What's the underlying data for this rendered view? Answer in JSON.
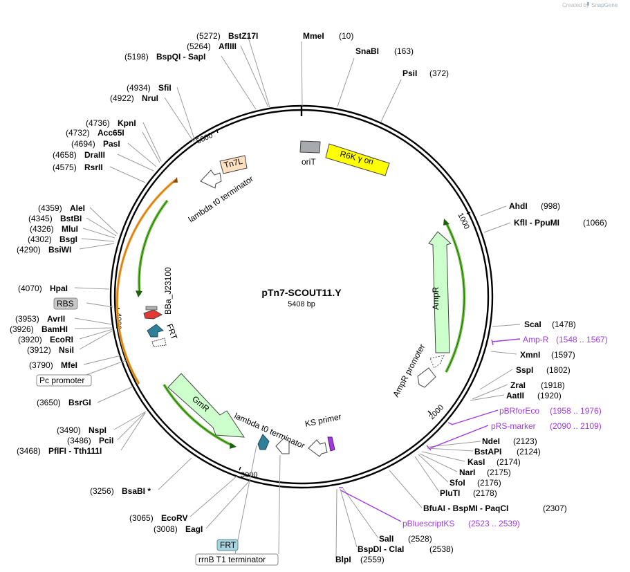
{
  "credit": {
    "created_by": "Created by",
    "brand": "SnapGene"
  },
  "plasmid": {
    "name": "pTn7-SCOUT11.Y",
    "size": "5408 bp"
  },
  "ticks": [
    "1000",
    "2000",
    "3000",
    "4000",
    "5000"
  ],
  "enzymes": [
    {
      "name": "MmeI",
      "pos": "(10)"
    },
    {
      "name": "SnaBI",
      "pos": "(163)"
    },
    {
      "name": "PsiI",
      "pos": "(372)"
    },
    {
      "name": "AhdI",
      "pos": "(998)"
    },
    {
      "name": "KflI - PpuMI",
      "pos": "(1066)"
    },
    {
      "name": "ScaI",
      "pos": "(1478)"
    },
    {
      "name": "XmnI",
      "pos": "(1597)"
    },
    {
      "name": "SspI",
      "pos": "(1802)"
    },
    {
      "name": "ZraI",
      "pos": "(1918)"
    },
    {
      "name": "AatII",
      "pos": "(1920)"
    },
    {
      "name": "NdeI",
      "pos": "(2123)"
    },
    {
      "name": "BstAPI",
      "pos": "(2124)"
    },
    {
      "name": "KasI",
      "pos": "(2174)"
    },
    {
      "name": "NarI",
      "pos": "(2175)"
    },
    {
      "name": "SfoI",
      "pos": "(2176)"
    },
    {
      "name": "PluTI",
      "pos": "(2178)"
    },
    {
      "name": "BfuAI - BspMI - PaqCI",
      "pos": "(2307)"
    },
    {
      "name": "SalI",
      "pos": "(2528)"
    },
    {
      "name": "BspDI - ClaI",
      "pos": "(2538)"
    },
    {
      "name": "BlpI",
      "pos": "(2559)"
    },
    {
      "name": "EagI",
      "pos": "(3008)"
    },
    {
      "name": "EcoRV",
      "pos": "(3065)"
    },
    {
      "name": "BsaBI *",
      "pos": "(3256)"
    },
    {
      "name": "PflFI - Tth111I",
      "pos": "(3468)"
    },
    {
      "name": "PciI",
      "pos": "(3486)"
    },
    {
      "name": "NspI",
      "pos": "(3490)"
    },
    {
      "name": "BsrGI",
      "pos": "(3650)"
    },
    {
      "name": "MfeI",
      "pos": "(3790)"
    },
    {
      "name": "NsiI",
      "pos": "(3912)"
    },
    {
      "name": "EcoRI",
      "pos": "(3920)"
    },
    {
      "name": "BamHI",
      "pos": "(3926)"
    },
    {
      "name": "AvrII",
      "pos": "(3953)"
    },
    {
      "name": "HpaI",
      "pos": "(4070)"
    },
    {
      "name": "BsiWI",
      "pos": "(4290)"
    },
    {
      "name": "BsgI",
      "pos": "(4302)"
    },
    {
      "name": "MluI",
      "pos": "(4326)"
    },
    {
      "name": "BstBI",
      "pos": "(4345)"
    },
    {
      "name": "AleI",
      "pos": "(4359)"
    },
    {
      "name": "RsrII",
      "pos": "(4575)"
    },
    {
      "name": "DraIII",
      "pos": "(4658)"
    },
    {
      "name": "PasI",
      "pos": "(4694)"
    },
    {
      "name": "Acc65I",
      "pos": "(4732)"
    },
    {
      "name": "KpnI",
      "pos": "(4736)"
    },
    {
      "name": "NruI",
      "pos": "(4922)"
    },
    {
      "name": "SfiI",
      "pos": "(4934)"
    },
    {
      "name": "BspQI - SapI",
      "pos": "(5198)"
    },
    {
      "name": "AflIII",
      "pos": "(5264)"
    },
    {
      "name": "BstZ17I",
      "pos": "(5272)"
    }
  ],
  "primers": [
    {
      "name": "Amp-R",
      "range": "(1548 .. 1567)"
    },
    {
      "name": "pBRforEco",
      "range": "(1958 .. 1976)"
    },
    {
      "name": "pRS-marker",
      "range": "(2090 .. 2109)"
    },
    {
      "name": "pBluescriptKS",
      "range": "(2523 .. 2539)"
    }
  ],
  "features": {
    "oriT": "oriT",
    "r6k": "R6K γ ori",
    "tn7l": "Tn7L",
    "lambda_t0_top": "lambda t0 terminator",
    "ampr": "AmpR",
    "ampr_promoter": "AmpR promoter",
    "bba": "BBa_J23100",
    "frt_inner": "FRT",
    "gmr": "GmR",
    "lambda_t0_bottom": "lambda t0 terminator",
    "ks_primer": "KS primer",
    "rbs": "RBS",
    "pc_promoter": "Pc promoter",
    "frt_box": "FRT",
    "rrnb": "rrnB T1 terminator"
  },
  "colors": {
    "primer": "#a03be0",
    "r6k": "#ffff00",
    "ampr": "#ccffcc",
    "tn7": "#ffe0c0",
    "orit": "#a8aaae",
    "frt": "#2f7f99",
    "promoter_red": "#e53935",
    "arc_orange": "#f0a030",
    "arc_green": "#2f8f1f"
  }
}
